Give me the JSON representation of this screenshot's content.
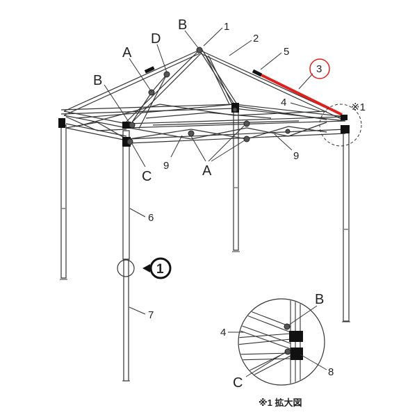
{
  "labels": {
    "A_left": "A",
    "D": "D",
    "B_top": "B",
    "B_left": "B",
    "C_left": "C",
    "A_bottom": "A",
    "n1": "1",
    "n2": "2",
    "n3": "3",
    "n4": "4",
    "n5": "5",
    "n6": "6",
    "n7": "7",
    "n9_left": "9",
    "n9_right": "9",
    "callout_ref": "※1",
    "detail_B": "B",
    "detail_C": "C",
    "detail_4": "4",
    "detail_8": "8",
    "detail_caption": "※1 拡大図",
    "marker_1": "1"
  },
  "colors": {
    "highlight": "#e0201c",
    "line": "#333333"
  }
}
